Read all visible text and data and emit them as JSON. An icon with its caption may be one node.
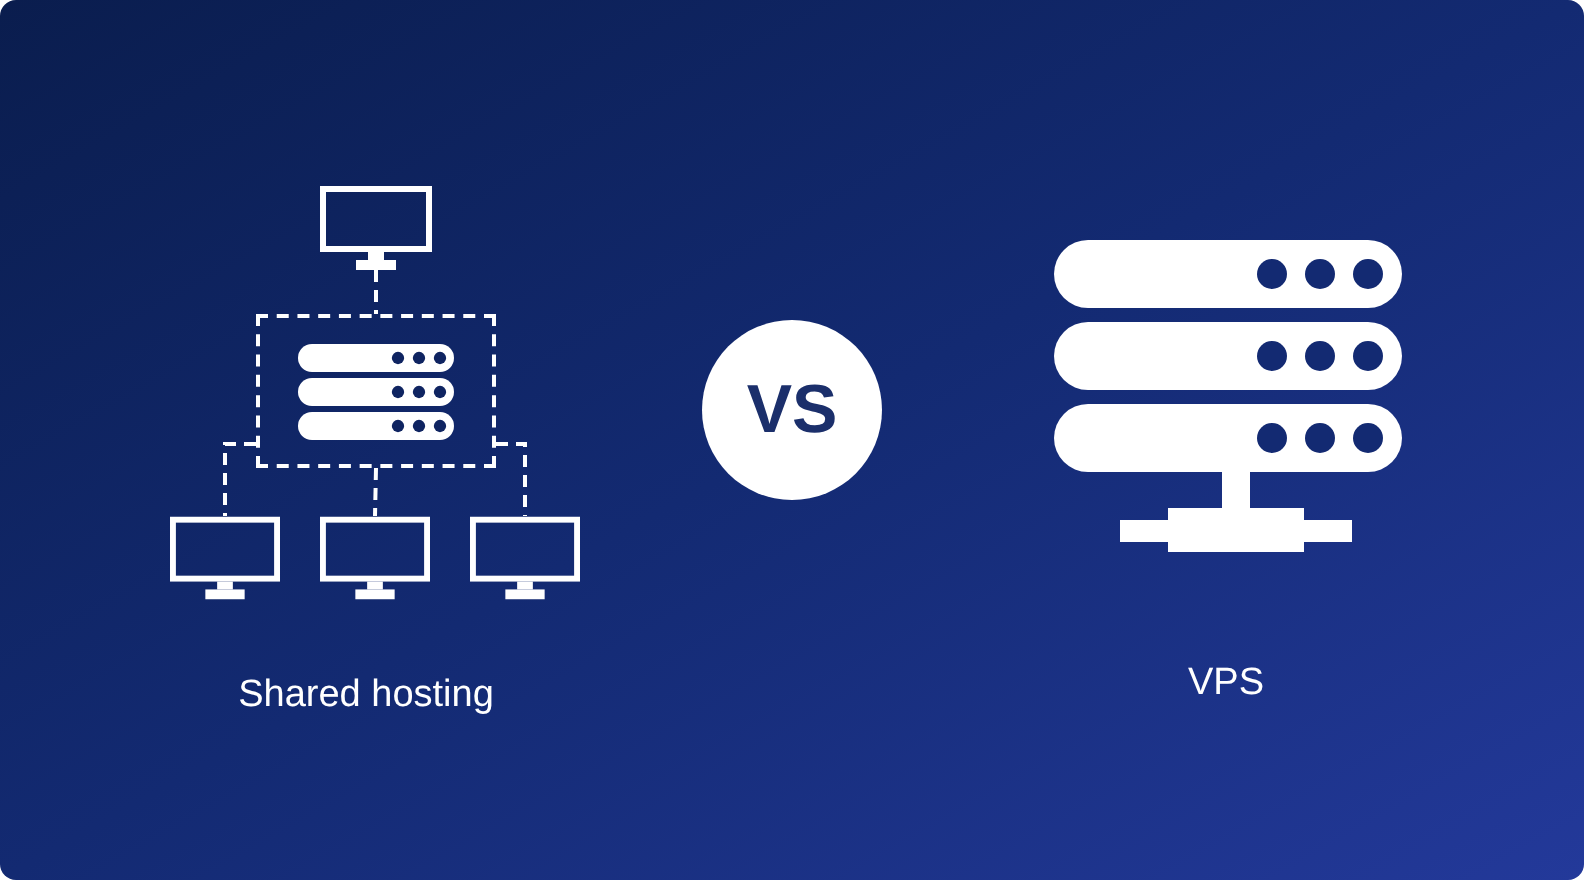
{
  "diagram": {
    "nodes": [
      {
        "text": [],
        "shape": "monitor"
      },
      {
        "text": [],
        "shape": "box"
      },
      {
        "text": [],
        "shape": "picture",
        "in": 1
      },
      {
        "text": [],
        "shape": "monitor"
      },
      {
        "text": [],
        "shape": "monitor"
      },
      {
        "text": [],
        "shape": "monitor"
      },
      {
        "text": [
          "VS"
        ]
      }
    ],
    "edges": [
      {
        "from": 0,
        "to": 1,
        "arrow": "none",
        "style": "dashed"
      },
      {
        "from": 1,
        "to": 3,
        "arrow": "none",
        "style": "dashed"
      },
      {
        "from": 1,
        "to": 4,
        "arrow": "none",
        "style": "dashed"
      },
      {
        "from": 1,
        "to": 5,
        "arrow": "none",
        "style": "dashed"
      }
    ],
    "labels": [
      "Shared hosting",
      "VPS"
    ]
  }
}
